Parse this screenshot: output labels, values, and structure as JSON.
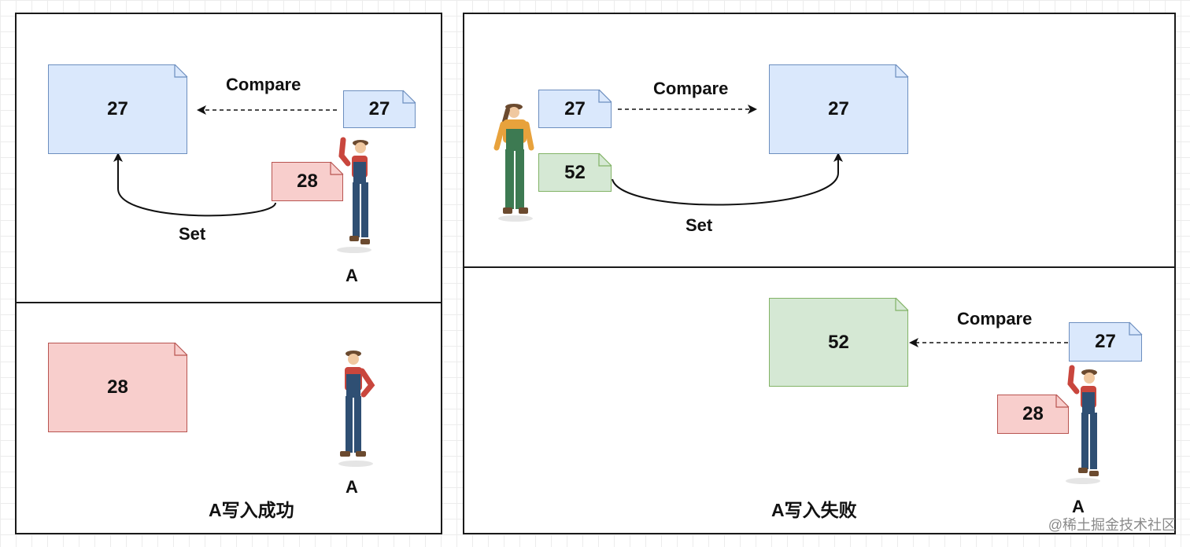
{
  "colors": {
    "blue_fill": "#dae8fc",
    "blue_stroke": "#6c8ebf",
    "red_fill": "#f8cecc",
    "red_stroke": "#b85450",
    "green_fill": "#d5e8d4",
    "green_stroke": "#82b366"
  },
  "panel_left_top": {
    "memory_value": "27",
    "expected_value": "27",
    "new_value": "28",
    "compare_label": "Compare",
    "set_label": "Set",
    "actor_label": "A"
  },
  "panel_left_bottom": {
    "memory_value": "28",
    "actor_label": "A",
    "caption": "A写入成功"
  },
  "panel_right_top": {
    "expected_value": "27",
    "new_value": "52",
    "memory_value": "27",
    "compare_label": "Compare",
    "set_label": "Set"
  },
  "panel_right_bottom": {
    "memory_value": "52",
    "expected_value": "27",
    "new_value": "28",
    "compare_label": "Compare",
    "actor_label": "A",
    "caption": "A写入失败"
  },
  "watermark": "@稀土掘金技术社区"
}
